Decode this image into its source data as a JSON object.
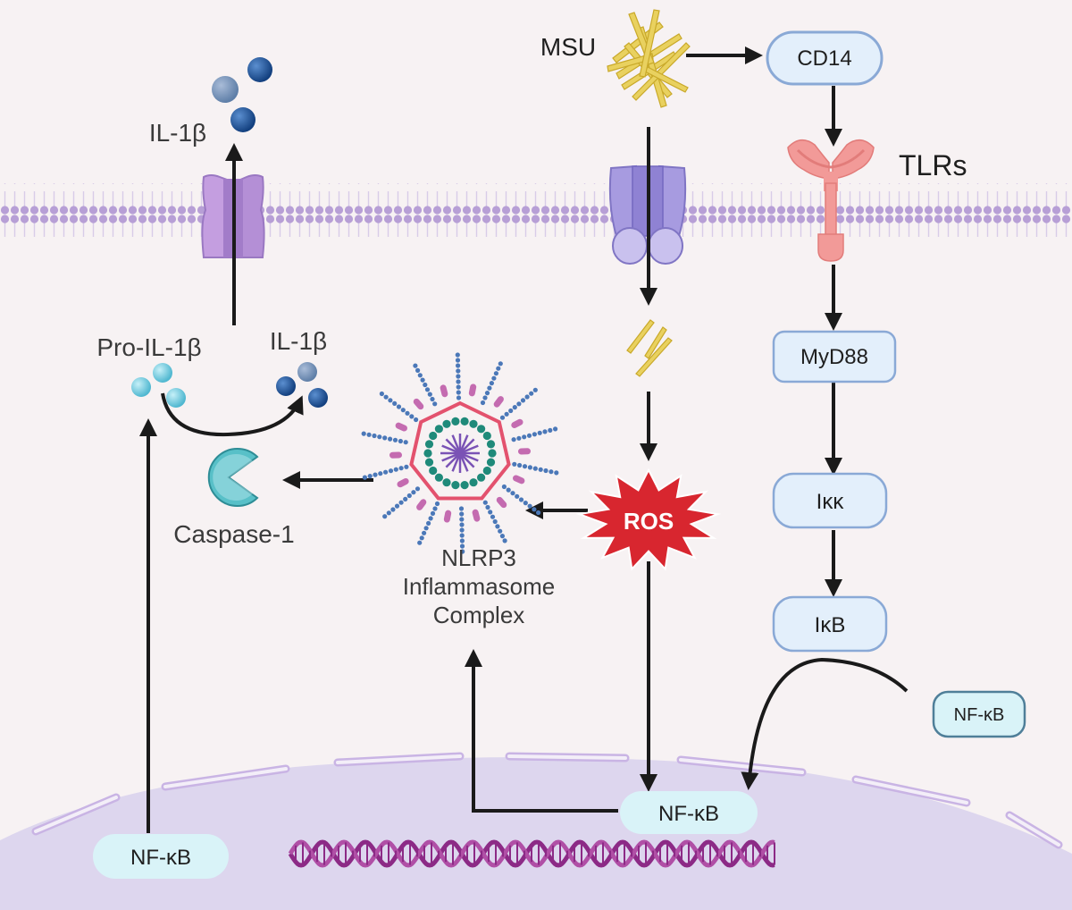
{
  "labels": {
    "msu": "MSU",
    "cd14": "CD14",
    "tlrs": "TLRs",
    "myd88": "MyD88",
    "ikk": "Iκκ",
    "ikb": "IκB",
    "nfkb_cyto": "NF-κB",
    "nfkb_nucleus": "NF-κB",
    "nfkb_left": "NF-κB",
    "ros": "ROS",
    "il1b_top": "IL-1β",
    "pro_il1b": "Pro-IL-1β",
    "il1b_mid": "IL-1β",
    "caspase": "Caspase-1",
    "nlrp3_line1": "NLRP3",
    "nlrp3_line2": "Inflammasome",
    "nlrp3_line3": "Complex"
  },
  "colors": {
    "background": "#f7f2f3",
    "membrane_head": "#b79fd6",
    "membrane_tail": "#e3d6ee",
    "nucleus": "#ddd6ee",
    "nucleus_pore": "#c9b4e4",
    "channel_left": "#c49ee0",
    "channel_right": "#9f95de",
    "box_fill": "#e3effb",
    "box_stroke": "#8aa9d6",
    "nfkb_fill": "#d9f3f8",
    "nfkb_stroke": "#6d9cb3",
    "ros": "#d8262f",
    "tlr": "#f29a98",
    "msu_crystal": "#e9d15f",
    "dna": "#8c2a86",
    "caspase": "#58c0c8",
    "il1b_dark": "#1a4c8f",
    "il1b_light": "#6fcbe0"
  }
}
